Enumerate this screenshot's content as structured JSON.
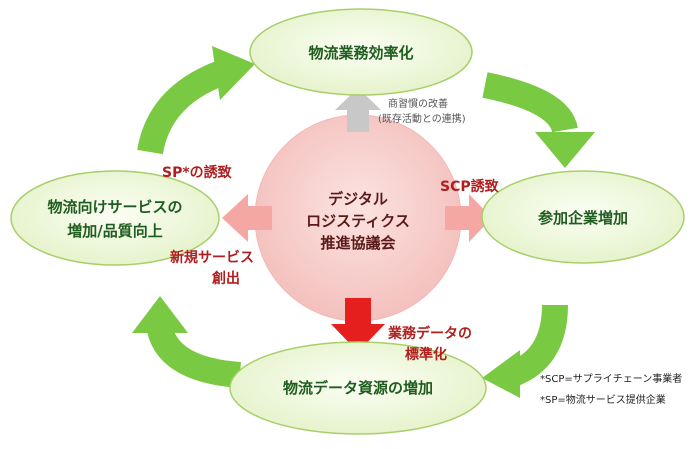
{
  "nodes": {
    "top": "物流業務効率化",
    "right": "参加企業増加",
    "bottom": "物流データ資源の増加",
    "left_line1": "物流向けサービスの",
    "left_line2": "増加/品質向上"
  },
  "center": {
    "line1": "デジタル",
    "line2": "ロジスティクス",
    "line3": "推進協議会"
  },
  "arrow_labels": {
    "top_line1": "商習慣の改善",
    "top_line2": "(既存活動との連携)",
    "right": "SCP誘致",
    "left_top": "SP*の誘致",
    "left_bottom_line1": "新規サービス",
    "left_bottom_line2": "創出",
    "bottom_line1": "業務データの",
    "bottom_line2": "標準化"
  },
  "notes": {
    "scp": "*SCP=サプライチェーン事業者",
    "sp": "*SP=物流サービス提供企業"
  },
  "colors": {
    "node_fill": "#eaf5d2",
    "node_stroke": "#a8cf6a",
    "cycle_arrow": "#7ac943",
    "center_fill": "#f6c9c7",
    "side_arrow": "#f4a7a3",
    "down_arrow": "#e51e1e",
    "up_arrow": "#c8c8c8"
  }
}
